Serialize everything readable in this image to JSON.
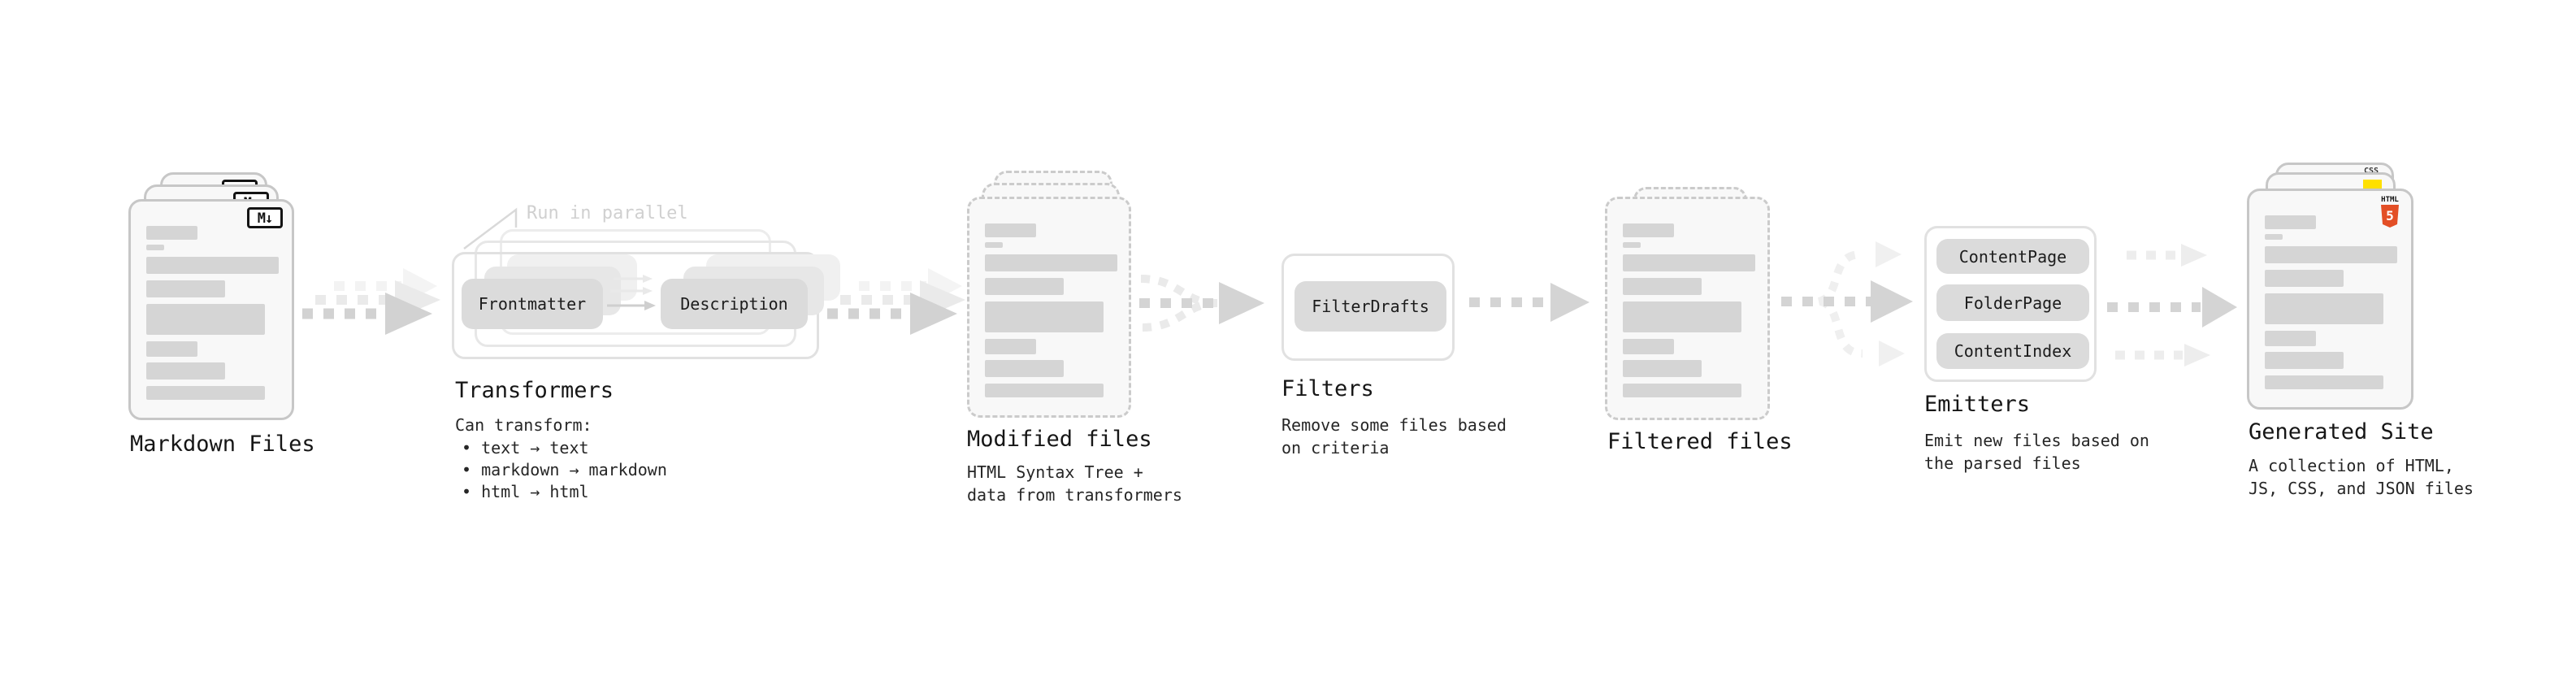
{
  "stages": {
    "markdown": {
      "title": "Markdown Files",
      "icon_label": "M↓"
    },
    "transformers": {
      "title": "Transformers",
      "callout": "Run in parallel",
      "node_left": "Frontmatter",
      "node_right": "Description",
      "caption": "Can transform:",
      "bullets": [
        "• text → text",
        "• markdown → markdown",
        "• html → html"
      ]
    },
    "modified": {
      "title": "Modified files",
      "caption_lines": [
        "HTML Syntax Tree +",
        "data from transformers"
      ]
    },
    "filters": {
      "title": "Filters",
      "node": "FilterDrafts",
      "caption_lines": [
        "Remove some files based",
        "on criteria"
      ]
    },
    "filtered": {
      "title": "Filtered files"
    },
    "emitters": {
      "title": "Emitters",
      "nodes": [
        "ContentPage",
        "FolderPage",
        "ContentIndex"
      ],
      "caption_lines": [
        "Emit new files based on",
        "the parsed files"
      ]
    },
    "generated": {
      "title": "Generated Site",
      "caption_lines": [
        "A collection of HTML,",
        "JS, CSS, and JSON files"
      ],
      "html5_word": "HTML",
      "html5_number": "5",
      "css_word": "CSS"
    }
  },
  "colors": {
    "html5_orange": "#e34f26",
    "js_yellow": "#ffe000",
    "css_blue": "#2767e0",
    "arrow_grey": "#d4d4d4",
    "arrow_light_grey": "#ececec"
  }
}
